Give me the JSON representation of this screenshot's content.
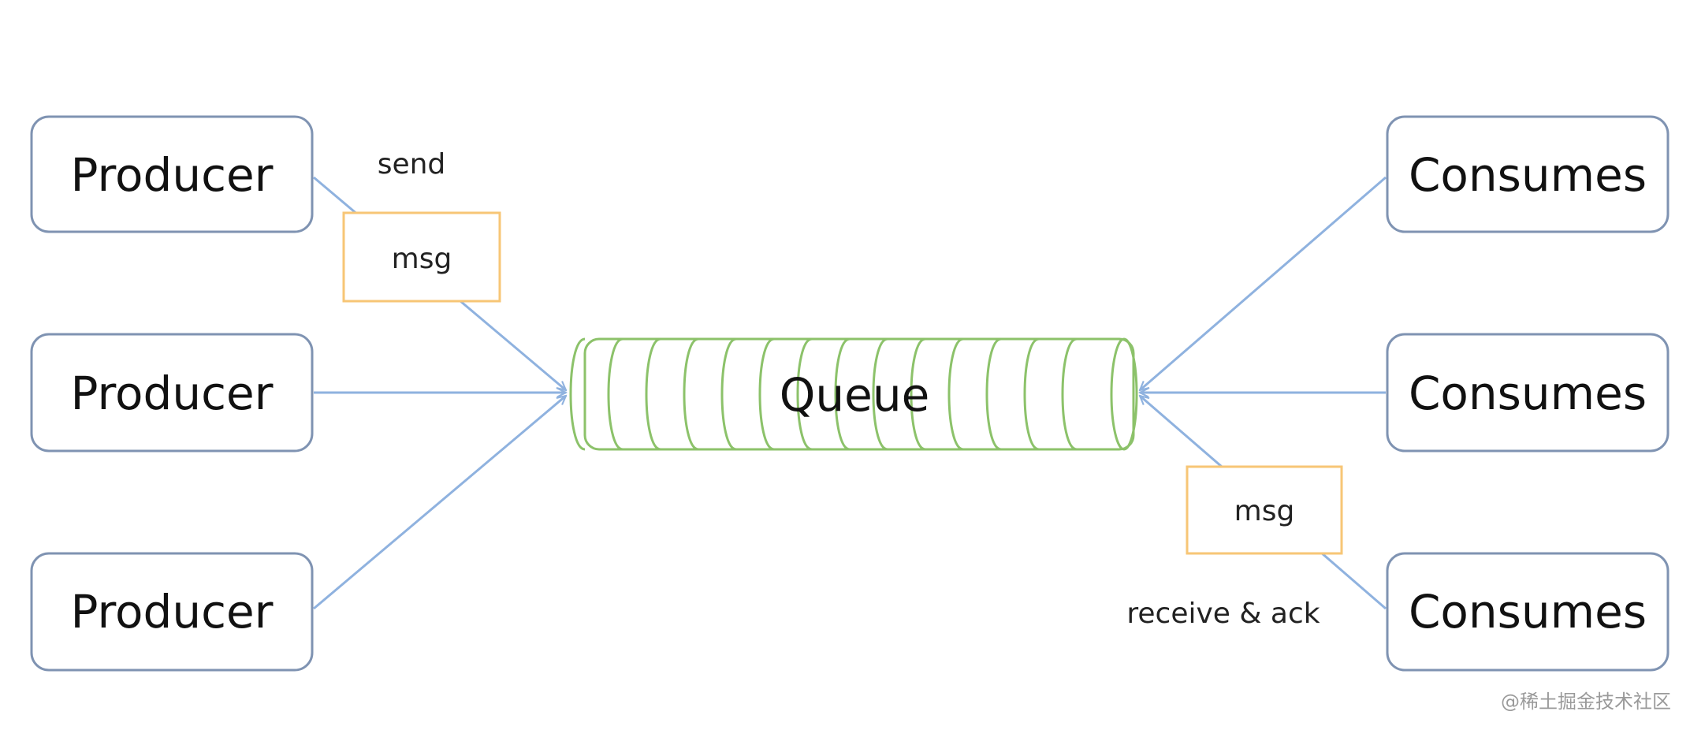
{
  "diagram": {
    "producers": [
      {
        "label": "Producer"
      },
      {
        "label": "Producer"
      },
      {
        "label": "Producer"
      }
    ],
    "consumers": [
      {
        "label": "Consumes"
      },
      {
        "label": "Consumes"
      },
      {
        "label": "Consumes"
      }
    ],
    "queue": {
      "label": "Queue"
    },
    "send_label": "send",
    "send_msg": "msg",
    "receive_label": "receive & ack",
    "receive_msg": "msg"
  },
  "watermark": "@稀土掘金技术社区",
  "colors": {
    "node_border": "#7f93b2",
    "arrow": "#8fb2df",
    "queue_stroke": "#8cc26a",
    "msg_border": "#f7c676"
  }
}
